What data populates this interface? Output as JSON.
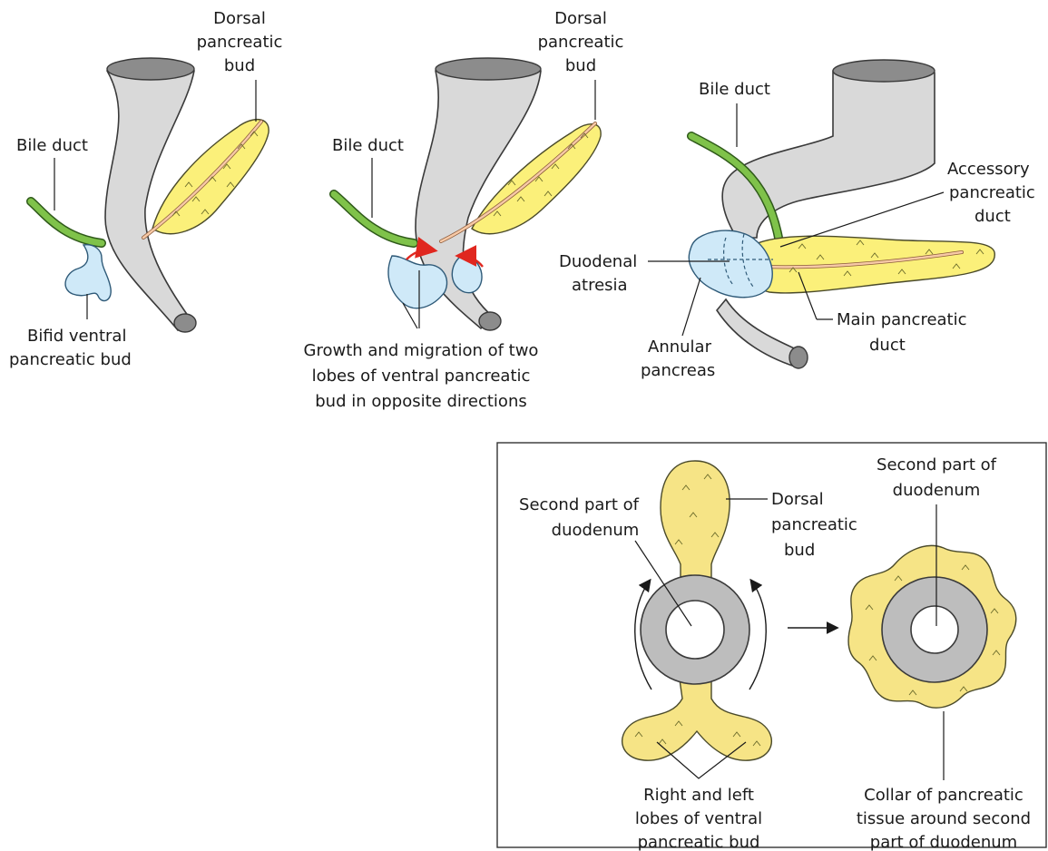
{
  "panel_a": {
    "dorsal": [
      "Dorsal",
      "pancreatic",
      "bud"
    ],
    "bile": "Bile duct",
    "ventral": [
      "Bifid ventral",
      "pancreatic bud"
    ]
  },
  "panel_b": {
    "dorsal": [
      "Dorsal",
      "pancreatic",
      "bud"
    ],
    "bile": "Bile duct",
    "growth": [
      "Growth and migration of two",
      "lobes of ventral pancreatic",
      "bud in opposite directions"
    ]
  },
  "panel_c": {
    "bile": "Bile duct",
    "accessory": [
      "Accessory",
      "pancreatic",
      "duct"
    ],
    "atresia": [
      "Duodenal",
      "atresia"
    ],
    "main": [
      "Main pancreatic",
      "duct"
    ],
    "annular": [
      "Annular",
      "pancreas"
    ]
  },
  "inset": {
    "second_left": [
      "Second part of",
      "duodenum"
    ],
    "dorsal": [
      "Dorsal",
      "pancreatic",
      "bud"
    ],
    "second_right": [
      "Second part of",
      "duodenum"
    ],
    "lobes": [
      "Right and left",
      "lobes of ventral",
      "pancreatic bud"
    ],
    "collar": [
      "Collar of pancreatic",
      "tissue around second",
      "part of duodenum"
    ]
  },
  "colors": {
    "gut": "#d9d9d9",
    "dorsal_bud": "#fbf07a",
    "ventral_bud": "#cfe9f8",
    "bile_duct": "#7fc24a",
    "arrow_red": "#e0271f"
  }
}
